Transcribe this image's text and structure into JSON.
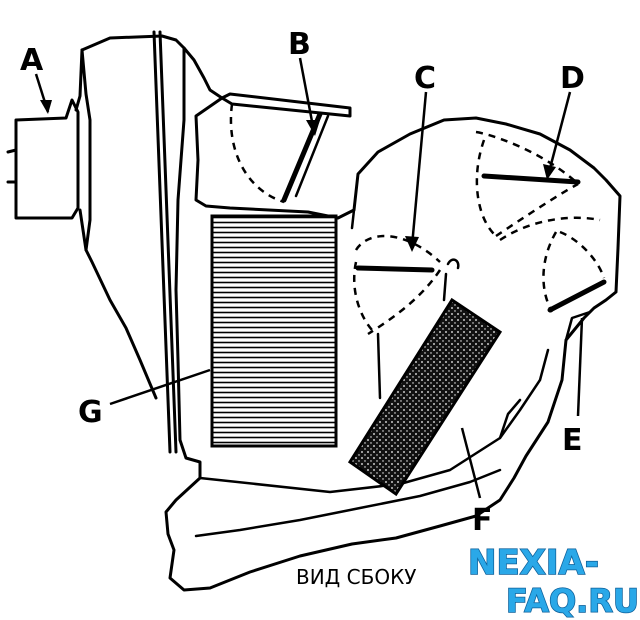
{
  "labels": {
    "a": "A",
    "b": "B",
    "c": "C",
    "d": "D",
    "e": "E",
    "f": "F",
    "g": "G"
  },
  "caption": "ВИД СБОКУ",
  "watermark": {
    "line1": "NEXIA-",
    "line2": "FAQ.RU"
  },
  "colors": {
    "line": "#000000",
    "watermark_fill": "#2aa8e8",
    "watermark_outline": "#0d5f99"
  }
}
